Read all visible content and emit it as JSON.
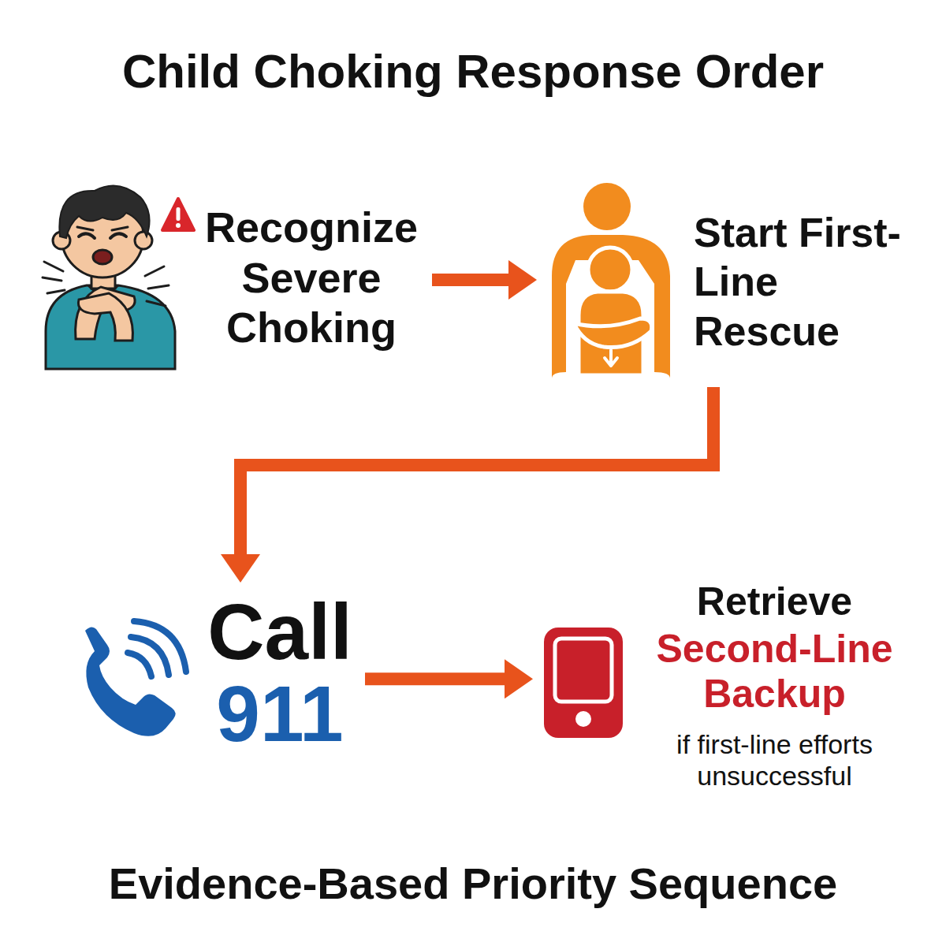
{
  "diagram": {
    "title": "Child Choking Response Order",
    "caption": "Evidence-Based Priority Sequence",
    "nodes": [
      {
        "text": [
          "Recognize Severe Choking"
        ]
      },
      {
        "text": [
          "Start First-Line Rescue"
        ]
      },
      {
        "text": [
          "Call",
          "911"
        ]
      },
      {
        "text": [
          "Retrieve",
          "Second-Line Backup",
          "if first-line efforts unsuccessful"
        ]
      }
    ],
    "edges": [
      {
        "from": 0,
        "to": 1,
        "arrow": "to"
      },
      {
        "from": 1,
        "to": 2,
        "arrow": "to"
      },
      {
        "from": 2,
        "to": 3,
        "arrow": "to"
      }
    ]
  }
}
